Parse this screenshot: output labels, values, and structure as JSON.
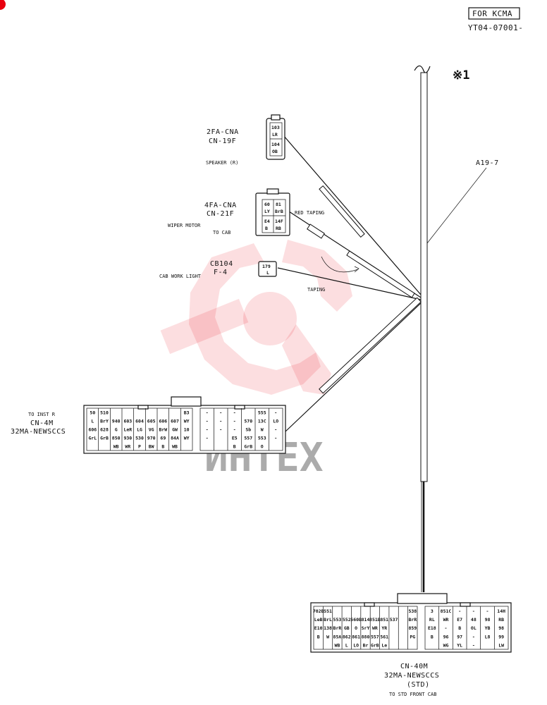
{
  "header": {
    "box_label": "FOR KCMA",
    "doc_number": "YT04-07001-"
  },
  "trunk": {
    "mark": "※1",
    "harness_id": "A19-7"
  },
  "speaker_connector": {
    "line1": "2FA-CNA",
    "line2": "CN-19F",
    "desc": "SPEAKER (R)",
    "cells": [
      "103",
      "LR",
      "104",
      "OB"
    ]
  },
  "wiper_connector": {
    "line1": "4FA-CNA",
    "line2": "CN-21F",
    "desc": "WIPER MOTOR",
    "desc2": "TO CAB",
    "cells": [
      "60",
      "81",
      "LY",
      "BrB",
      "E4",
      "14F",
      "B",
      "RB"
    ]
  },
  "red_taping": "RED TAPING",
  "cab_light": {
    "line1": "CB104",
    "line2": "F-4",
    "desc": "CAB WORK LIGHT",
    "cells": [
      "179",
      "L"
    ]
  },
  "taping": "TAPING",
  "watermark": "ИНТЕХ",
  "cn4m": {
    "dest": "TO INST R",
    "line1": "CN-4M",
    "line2": "32MA-NEWSCCS",
    "left_rows": [
      [
        "50",
        "510",
        "",
        "",
        "",
        "",
        "",
        "",
        "B3"
      ],
      [
        "L",
        "BrY",
        "940",
        "603",
        "604",
        "605",
        "606",
        "607",
        "WY"
      ],
      [
        "606",
        "628",
        "G",
        "LeR",
        "LG",
        "VG",
        "BrW",
        "GW",
        "10"
      ],
      [
        "GrL",
        "GrB",
        "850",
        "930",
        "530",
        "970",
        "69",
        "84A",
        "WY"
      ],
      [
        "",
        "",
        "WB",
        "WR",
        "P",
        "BW",
        "B",
        "WB",
        ""
      ]
    ],
    "right_rows": [
      [
        "-",
        "-",
        "-",
        "",
        "555",
        "-"
      ],
      [
        "-",
        "-",
        "-",
        "570",
        "13C",
        "LO"
      ],
      [
        "-",
        "-",
        "-",
        "Sb",
        "W",
        "-"
      ],
      [
        "-",
        "",
        "E5",
        "557",
        "553",
        "-"
      ],
      [
        "",
        "",
        "B",
        "GrB",
        "O",
        ""
      ]
    ]
  },
  "cn40m": {
    "line1": "CN-40M",
    "line2": "32MA-NEWSCCS",
    "line3": "(STD)",
    "dest": "TO STD FRONT CAB",
    "left_rows": [
      [
        "702B",
        "551",
        "",
        "",
        "",
        "",
        "",
        "",
        "",
        "",
        "538"
      ],
      [
        "LeB",
        "BrL",
        "553",
        "552",
        "560B",
        "814",
        "851B",
        "851",
        "537",
        "",
        "BrR"
      ],
      [
        "E10",
        "138",
        "BrR",
        "GB",
        "O",
        "SrY",
        "WR",
        "YR",
        "",
        "",
        "859"
      ],
      [
        "B",
        "W",
        "85A",
        "862",
        "861",
        "880",
        "557",
        "561",
        "",
        "",
        "PG"
      ],
      [
        "",
        "",
        "WB",
        "L",
        "LO",
        "Br",
        "GrB",
        "Le",
        "",
        "",
        ""
      ]
    ],
    "right_rows": [
      [
        "3",
        "851C",
        "-",
        "-",
        "-",
        "14H"
      ],
      [
        "RL",
        "WR",
        "E7",
        "48",
        "98",
        "RB"
      ],
      [
        "E18",
        "-",
        "B",
        "OL",
        "YB",
        "98"
      ],
      [
        "B",
        "96",
        "97",
        "-",
        "L8",
        "99"
      ],
      [
        "",
        "WG",
        "YL",
        "-",
        "",
        "LW"
      ]
    ]
  }
}
